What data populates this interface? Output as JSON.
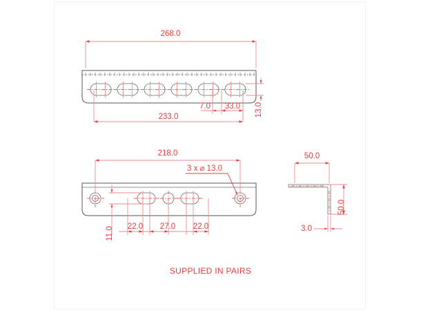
{
  "drawing": {
    "title_note": "SUPPLIED IN PAIRS",
    "views": {
      "top": {
        "name": "front-elevation-view",
        "dimensions": {
          "overall_length": "268.0",
          "hole_span": "233.0",
          "edge_to_slot": "7.0",
          "slot_pitch": "33.0",
          "slot_height": "13.0"
        }
      },
      "bottom": {
        "name": "plan-view",
        "dimensions": {
          "hole_span": "218.0",
          "hole_note": "3 x ⌀ 13.0",
          "edge_offset": "11.0",
          "spacing_left": "22.0",
          "spacing_center": "27.0",
          "spacing_right": "22.0"
        }
      },
      "section": {
        "name": "end-section-view",
        "dimensions": {
          "flange_width": "50.0",
          "flange_height": "50.0",
          "thickness": "3.0"
        }
      }
    },
    "colors": {
      "dimension": "#e8393b",
      "dimension_line": "#ef8a8c",
      "outline": "#555555",
      "background": "#ffffff"
    }
  }
}
